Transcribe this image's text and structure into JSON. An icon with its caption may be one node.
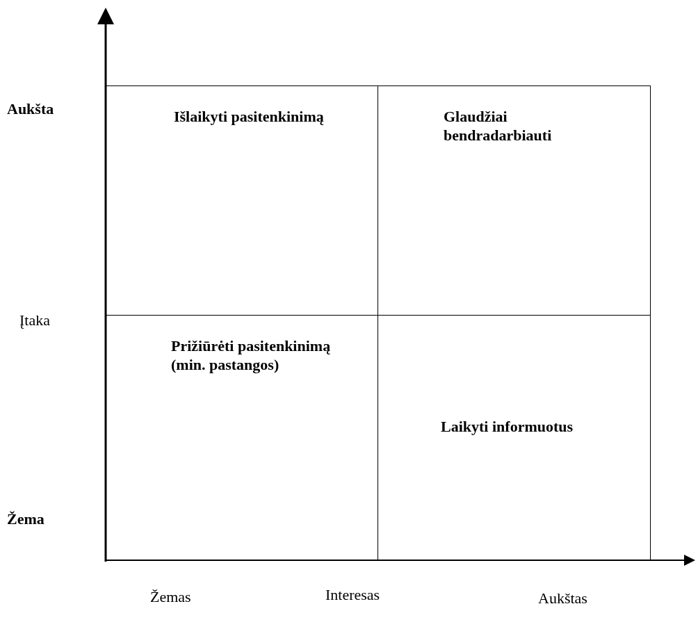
{
  "diagram": {
    "nodes": [
      {
        "text": [
          "Išlaikyti pasitenkinimą"
        ]
      },
      {
        "text": [
          "Glaudžiai bendradarbiauti"
        ]
      },
      {
        "text": [
          "Prižiūrėti pasitenkinimą (min. pastangos)"
        ]
      },
      {
        "text": [
          "Laikyti informuotus"
        ]
      }
    ],
    "labels": [
      "Aukšta",
      "Įtaka",
      "Žema",
      "Žemas",
      "Interesas",
      "Aukštas"
    ]
  }
}
